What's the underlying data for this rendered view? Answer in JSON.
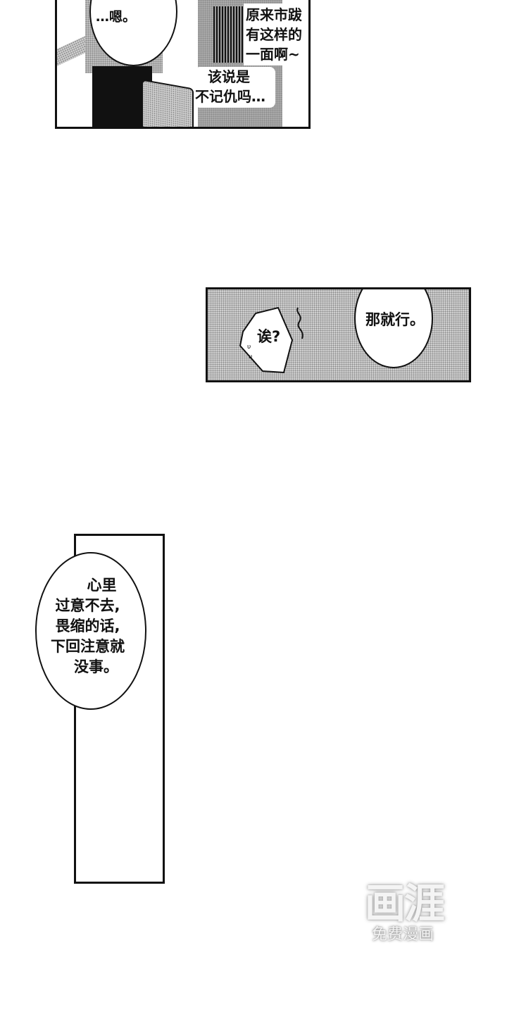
{
  "panel1": {
    "speech_left": "…嗯。",
    "speech_right_lines": [
      "原来市跋",
      "有这样的",
      "一面啊~"
    ],
    "speech_right2_lines": [
      "该说是",
      "不记仇吗…"
    ]
  },
  "panel2": {
    "speech_left": "诶?",
    "speech_right": "那就行。"
  },
  "panel3": {
    "speech_lines": [
      "心里",
      "过意不去,",
      "畏缩的话,",
      "下回注意就",
      "没事。"
    ]
  },
  "watermark": {
    "logo": "画涯",
    "subtitle": "免费漫画"
  }
}
